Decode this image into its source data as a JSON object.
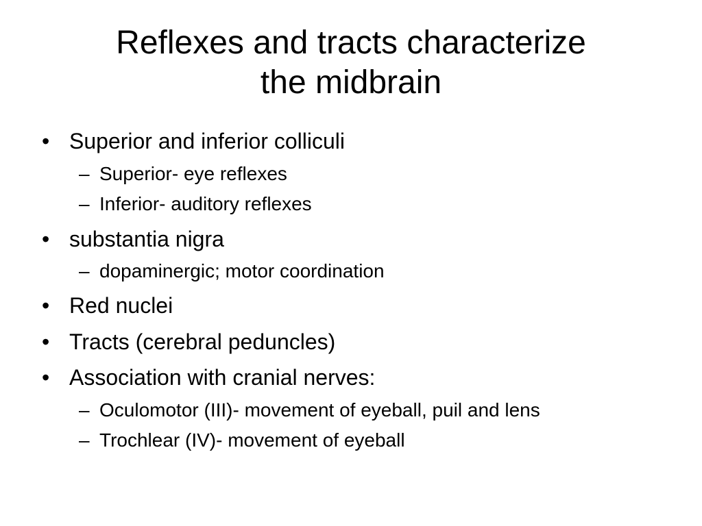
{
  "slide": {
    "title_lines": [
      "Reflexes and tracts characterize",
      "the midbrain"
    ],
    "bullet_marker": "•",
    "sub_marker": "–",
    "items": [
      {
        "level": 1,
        "text": "Superior and inferior colliculi"
      },
      {
        "level": 2,
        "text": "Superior- eye reflexes"
      },
      {
        "level": 2,
        "text": "Inferior- auditory reflexes"
      },
      {
        "level": 1,
        "text": "substantia nigra"
      },
      {
        "level": 2,
        "text": "dopaminergic; motor coordination"
      },
      {
        "level": 1,
        "text": "Red nuclei"
      },
      {
        "level": 1,
        "text": "Tracts (cerebral peduncles)"
      },
      {
        "level": 1,
        "text": "Association with cranial nerves:"
      },
      {
        "level": 2,
        "text": "Oculomotor (III)- movement of eyeball, puil and lens"
      },
      {
        "level": 2,
        "text": "Trochlear (IV)- movement of eyeball"
      }
    ]
  },
  "colors": {
    "background": "#ffffff",
    "text": "#000000"
  }
}
